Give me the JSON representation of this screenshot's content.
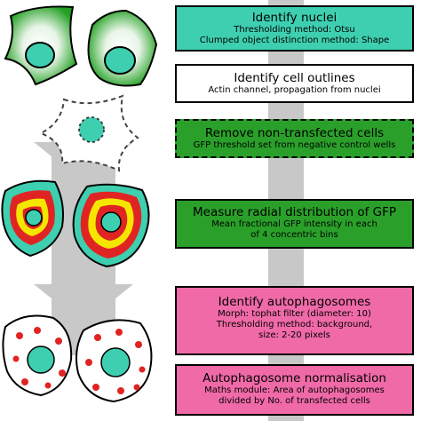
{
  "colors": {
    "teal": "#3ecfb0",
    "green": "#2aa02a",
    "white": "#ffffff",
    "pink": "#f06aa8",
    "arrow": "#c8c8c8",
    "red": "#e02424",
    "yellow": "#f5e600"
  },
  "steps": [
    {
      "title": "Identify nuclei",
      "details": [
        "Thresholding method: Otsu",
        "Clumped object distinction method: Shape"
      ]
    },
    {
      "title": "Identify cell outlines",
      "details": [
        "Actin channel, propagation from nuclei"
      ]
    },
    {
      "title": "Remove non-transfected cells",
      "details": [
        "GFP threshold set from negative control wells"
      ]
    },
    {
      "title": "Measure radial distribution of GFP",
      "details": [
        "Mean fractional GFP intensity in each",
        "of 4 concentric bins"
      ]
    },
    {
      "title": "Identify autophagosomes",
      "details": [
        "Morph: tophat filter  (diameter: 10)",
        "Thresholding method: background,",
        "size: 2-20 pixels"
      ]
    },
    {
      "title": "Autophagosome normalisation",
      "details": [
        "Maths module: Area of autophagosomes",
        "divided by No. of transfected cells"
      ]
    }
  ]
}
